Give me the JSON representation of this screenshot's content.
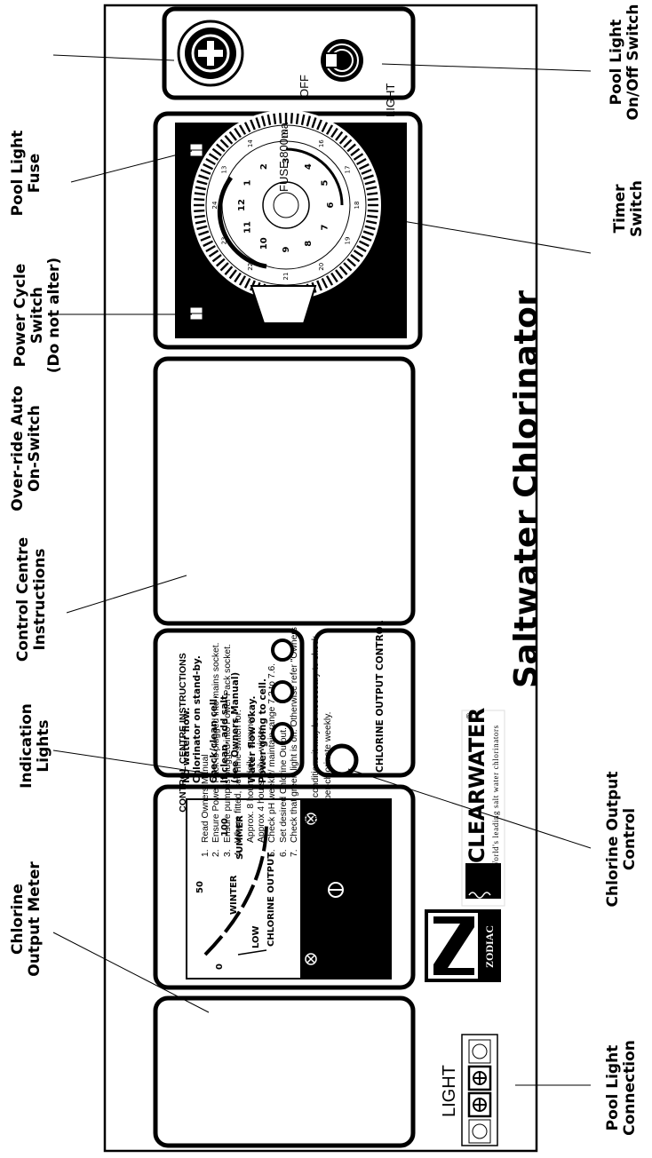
{
  "callouts": {
    "pool_light_fuse": "Pool Light\nFuse",
    "power_cycle_switch": "Power Cycle\nSwitch\n(Do not alter)",
    "override_auto": "Over-ride Auto\nOn-Switch",
    "control_centre_instructions": "Control Centre\nInstructions",
    "indication_lights": "Indication\nLights",
    "chlorine_output_meter": "Chlorine\nOutput Meter",
    "pool_light_onoff": "Pool Light\nOn/Off Switch",
    "timer_switch": "Timer Switch",
    "chlorine_output_control": "Chlorine Output\nControl",
    "pool_light_connection": "Pool Light\nConnection"
  },
  "fuse_panel": {
    "fuse_label": "FUSE 800ma",
    "off_label": "OFF",
    "light_label": "LIGHT"
  },
  "timer": {
    "hours_inner": [
      "1",
      "2",
      "3",
      "4",
      "5",
      "6",
      "7",
      "8",
      "9",
      "10",
      "11",
      "12"
    ],
    "hours_outer": [
      "13",
      "14",
      "15",
      "16",
      "17",
      "18",
      "19",
      "20",
      "21",
      "22",
      "23",
      "24"
    ]
  },
  "instructions": {
    "title": "CONTROL CENTRE INSTRUCTIONS",
    "items": [
      {
        "n": "1.",
        "text": "Read Owners Manual"
      },
      {
        "n": "2.",
        "text": "Ensure Power Pack is plugged into mains socket."
      },
      {
        "n": "3.",
        "text": "Ensure pump is plugged into Power Pack socket."
      },
      {
        "n": "4.",
        "text": "Where fitted, set Time-switch for:"
      },
      {
        "n": "",
        "text": "Approx. 8 hours daily - summer"
      },
      {
        "n": "",
        "text": "Approx 4 hours daily - winter"
      },
      {
        "n": "5.",
        "text": "Check pH weekly/ maintain range 7.2 to 7.6."
      },
      {
        "n": "6.",
        "text": "Set desired Chlorine Output."
      },
      {
        "n": "7.",
        "text": "Check that green light is on. Otherwise refer \"Owners Manual\"."
      },
      {
        "n": "8.",
        "text": "In very hot conditions it may be necessary to shock"
      },
      {
        "n": "",
        "text": "does or super-chlorinate weekly."
      }
    ]
  },
  "indicators": {
    "red": "No water flow.\nChlorinator on stand-by.",
    "amber": "Check/clean cell.\nIf clean, add salt.\n(see Owners Manual)",
    "green": "Water flow okay.\nPower going to cell."
  },
  "control": {
    "label": "CHLORINE OUTPUT CONTROL"
  },
  "meter": {
    "scale": [
      "0",
      "50",
      "100"
    ],
    "zones": [
      "LOW",
      "WINTER",
      "SUMMER"
    ],
    "caption": "CHLORINE OUTPUT"
  },
  "brand": {
    "clearwater": "CLEARWATER",
    "reg": "®",
    "tagline": "World's leading salt water chlorinators",
    "zodiac": "ZODIAC",
    "product": "Saltwater Chlorinator"
  },
  "pool_light_terminal": {
    "label": "LIGHT"
  }
}
